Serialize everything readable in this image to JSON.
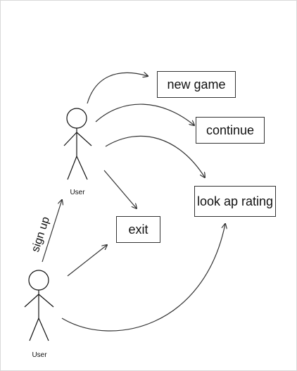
{
  "diagram": {
    "actors": [
      {
        "id": "user-top",
        "label": "User"
      },
      {
        "id": "user-bottom",
        "label": "User"
      }
    ],
    "use_cases": [
      {
        "id": "new-game",
        "label": "new game"
      },
      {
        "id": "continue",
        "label": "continue"
      },
      {
        "id": "look-ap-rating",
        "label": "look ap rating"
      },
      {
        "id": "exit",
        "label": "exit"
      }
    ],
    "edges": [
      {
        "from": "user-bottom",
        "to": "user-top",
        "label": "sign up"
      },
      {
        "from": "user-top",
        "to": "new-game"
      },
      {
        "from": "user-top",
        "to": "continue"
      },
      {
        "from": "user-top",
        "to": "look-ap-rating"
      },
      {
        "from": "user-top",
        "to": "exit"
      },
      {
        "from": "user-bottom",
        "to": "exit"
      },
      {
        "from": "user-bottom",
        "to": "look-ap-rating"
      }
    ],
    "colors": {
      "line": "#333333",
      "box_border": "#333333",
      "frame": "#d9d9d9"
    }
  }
}
